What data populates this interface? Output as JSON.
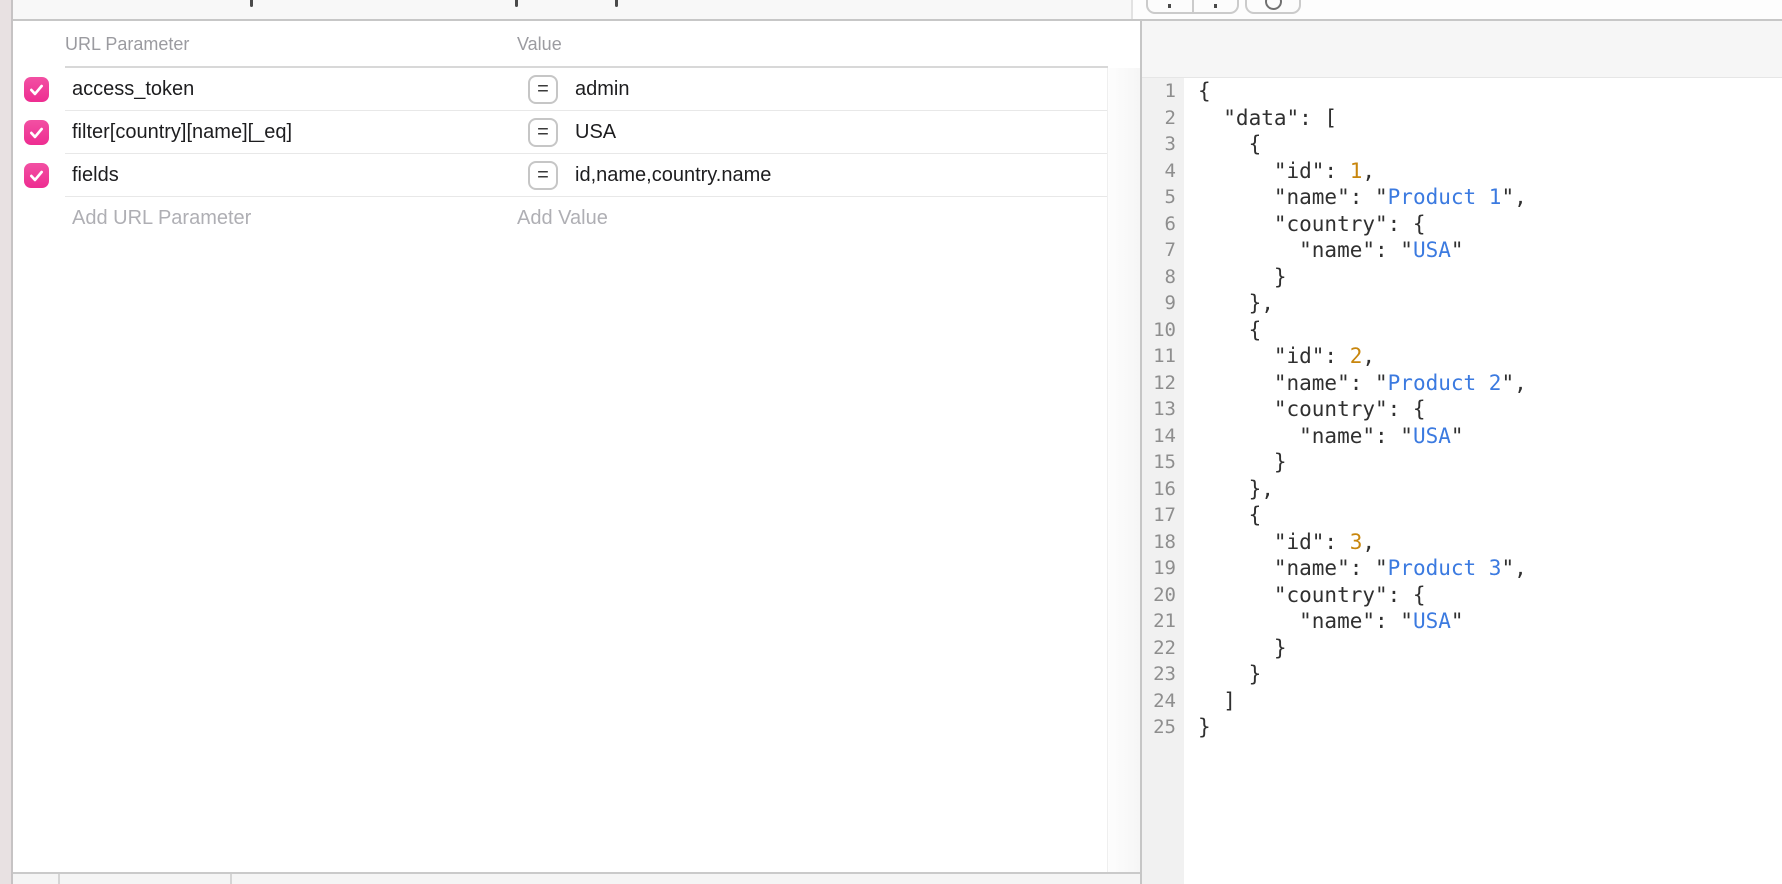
{
  "colors": {
    "accent_pink": "#EE2D91",
    "json_string_blue": "#3B7AE0",
    "json_number_orange": "#C8860D",
    "panel_divider_gray": "#C6C6C6"
  },
  "params_table": {
    "col1_header": "URL Parameter",
    "col2_header": "Value",
    "rows": [
      {
        "checked": true,
        "name": "access_token",
        "operator": "=",
        "value": "admin"
      },
      {
        "checked": true,
        "name": "filter[country][name][_eq]",
        "operator": "=",
        "value": "USA"
      },
      {
        "checked": true,
        "name": "fields",
        "operator": "=",
        "value": "id,name,country.name"
      }
    ],
    "add_param_placeholder": "Add URL Parameter",
    "add_value_placeholder": "Add Value"
  },
  "response_viewer": {
    "line_count": 25,
    "lines": [
      [
        [
          "{",
          "p"
        ]
      ],
      [
        [
          "  \"data\": [",
          "p"
        ]
      ],
      [
        [
          "    {",
          "p"
        ]
      ],
      [
        [
          "      \"id\": ",
          "p"
        ],
        [
          "1",
          "n"
        ],
        [
          ",",
          "p"
        ]
      ],
      [
        [
          "      \"name\": \"",
          "p"
        ],
        [
          "Product 1",
          "s"
        ],
        [
          "\",",
          "p"
        ]
      ],
      [
        [
          "      \"country\": {",
          "p"
        ]
      ],
      [
        [
          "        \"name\": \"",
          "p"
        ],
        [
          "USA",
          "s"
        ],
        [
          "\"",
          "p"
        ]
      ],
      [
        [
          "      }",
          "p"
        ]
      ],
      [
        [
          "    },",
          "p"
        ]
      ],
      [
        [
          "    {",
          "p"
        ]
      ],
      [
        [
          "      \"id\": ",
          "p"
        ],
        [
          "2",
          "n"
        ],
        [
          ",",
          "p"
        ]
      ],
      [
        [
          "      \"name\": \"",
          "p"
        ],
        [
          "Product 2",
          "s"
        ],
        [
          "\",",
          "p"
        ]
      ],
      [
        [
          "      \"country\": {",
          "p"
        ]
      ],
      [
        [
          "        \"name\": \"",
          "p"
        ],
        [
          "USA",
          "s"
        ],
        [
          "\"",
          "p"
        ]
      ],
      [
        [
          "      }",
          "p"
        ]
      ],
      [
        [
          "    },",
          "p"
        ]
      ],
      [
        [
          "    {",
          "p"
        ]
      ],
      [
        [
          "      \"id\": ",
          "p"
        ],
        [
          "3",
          "n"
        ],
        [
          ",",
          "p"
        ]
      ],
      [
        [
          "      \"name\": \"",
          "p"
        ],
        [
          "Product 3",
          "s"
        ],
        [
          "\",",
          "p"
        ]
      ],
      [
        [
          "      \"country\": {",
          "p"
        ]
      ],
      [
        [
          "        \"name\": \"",
          "p"
        ],
        [
          "USA",
          "s"
        ],
        [
          "\"",
          "p"
        ]
      ],
      [
        [
          "      }",
          "p"
        ]
      ],
      [
        [
          "    }",
          "p"
        ]
      ],
      [
        [
          "  ]",
          "p"
        ]
      ],
      [
        [
          "}",
          "p"
        ]
      ]
    ]
  }
}
